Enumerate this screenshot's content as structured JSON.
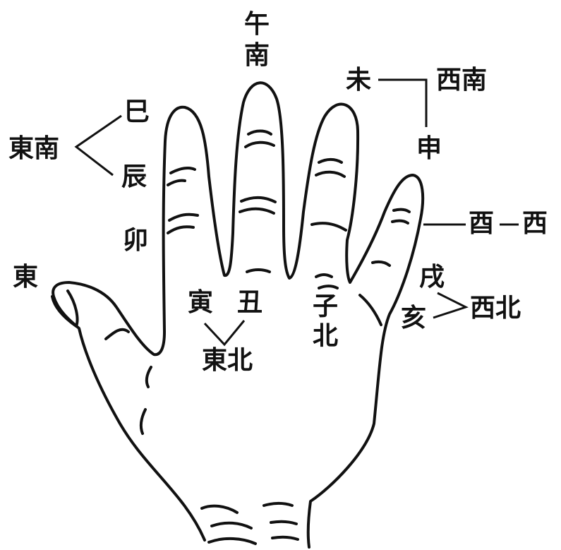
{
  "labels": {
    "wu": "午",
    "south": "南",
    "wei": "未",
    "southwest": "西南",
    "shen": "申",
    "you": "酉",
    "west": "西",
    "xu": "戌",
    "hai": "亥",
    "northwest": "西北",
    "zi": "子",
    "north": "北",
    "chou": "丑",
    "yin": "寅",
    "northeast": "東北",
    "si": "巳",
    "southeast": "東南",
    "chen": "辰",
    "mao": "卯",
    "east": "東"
  },
  "colors": {
    "ink": "#111111",
    "paper": "#ffffff"
  }
}
